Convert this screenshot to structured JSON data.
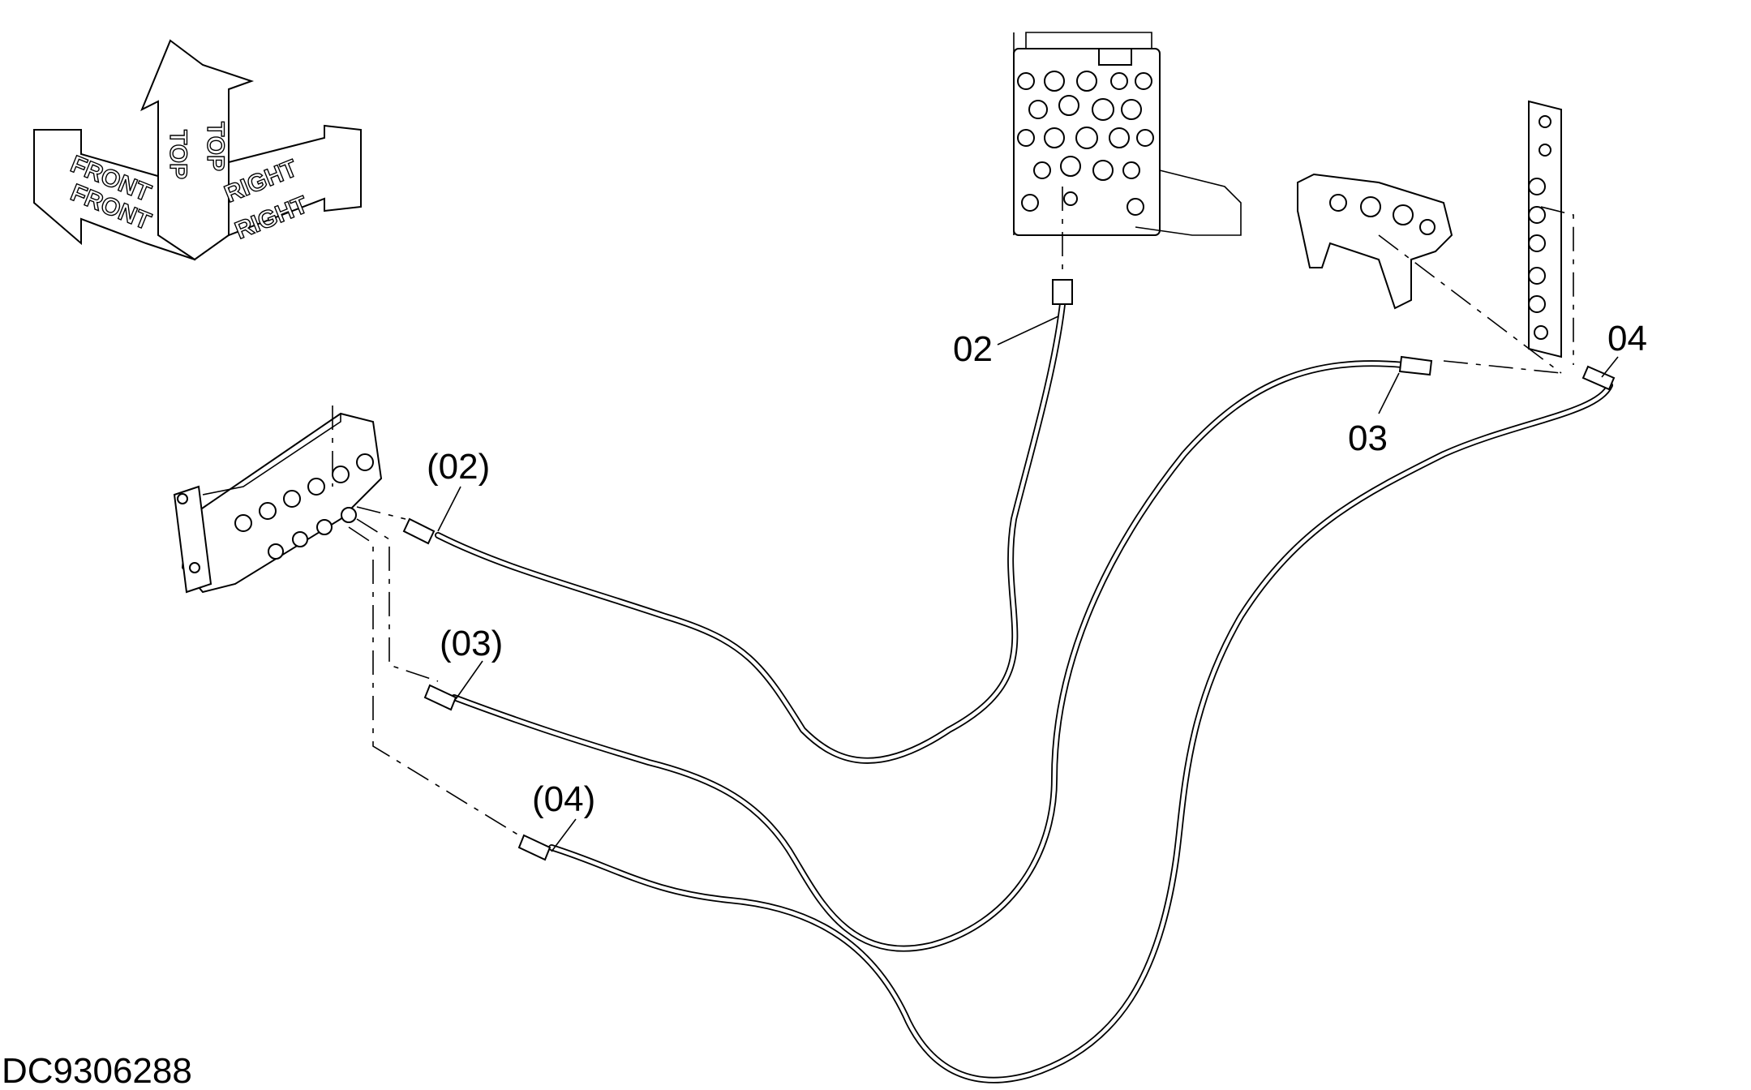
{
  "drawing_id": "DC9306288",
  "orientation": {
    "front_label": "FRONT",
    "top_label": "TOP",
    "right_label": "RIGHT"
  },
  "callouts": {
    "hose_02": "02",
    "hose_03": "03",
    "hose_04": "04",
    "hose_02_ref": "(02)",
    "hose_03_ref": "(03)",
    "hose_04_ref": "(04)"
  }
}
